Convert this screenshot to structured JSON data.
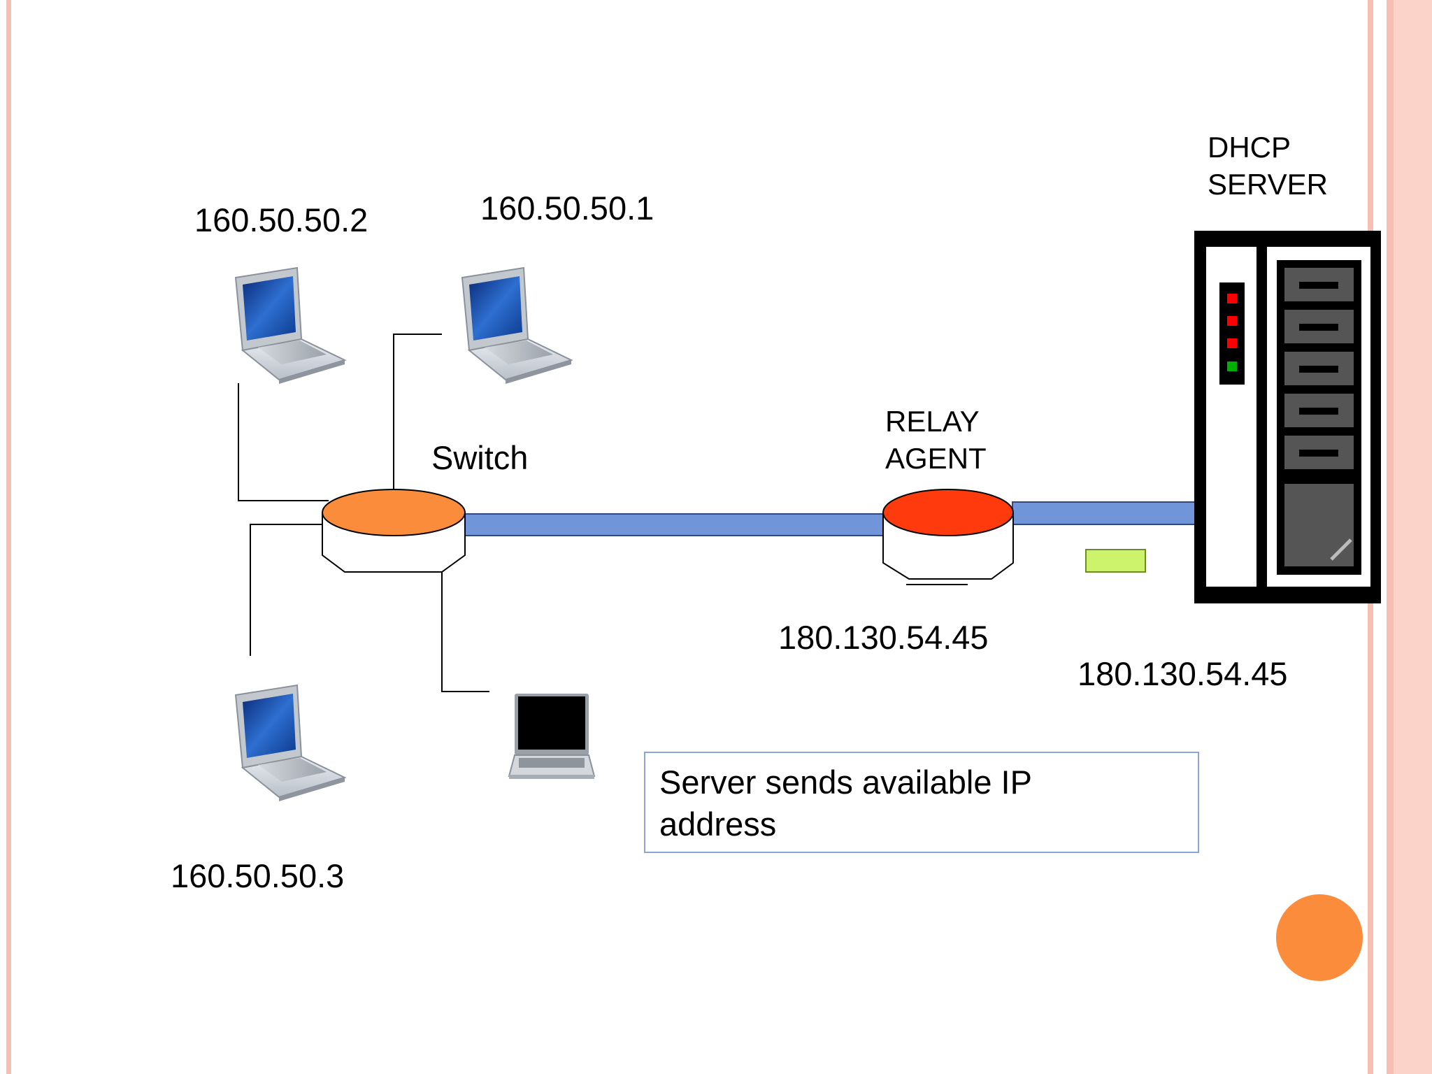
{
  "nodes": {
    "laptop_top_left": {
      "ip": "160.50.50.2"
    },
    "laptop_top_right": {
      "ip": "160.50.50.1"
    },
    "laptop_bottom_left": {
      "ip": "160.50.50.3"
    },
    "switch": {
      "label": "Switch"
    },
    "relay_agent": {
      "label": "RELAY\nAGENT",
      "ip": "180.130.54.45"
    },
    "dhcp_server": {
      "label": "DHCP\nSERVER",
      "ip": "180.130.54.45"
    }
  },
  "message_box": {
    "text": "Server sends available IP\naddress"
  },
  "colors": {
    "frame_border": "#f6bfb1",
    "link": "#7095d8",
    "switch_top": "#fb8c3c",
    "relay_top": "#ff3a0d",
    "packet": "#ccf36b",
    "slide_dot": "#fb8c3c",
    "server_led_red": "#ff0000",
    "server_led_green": "#00b000"
  }
}
